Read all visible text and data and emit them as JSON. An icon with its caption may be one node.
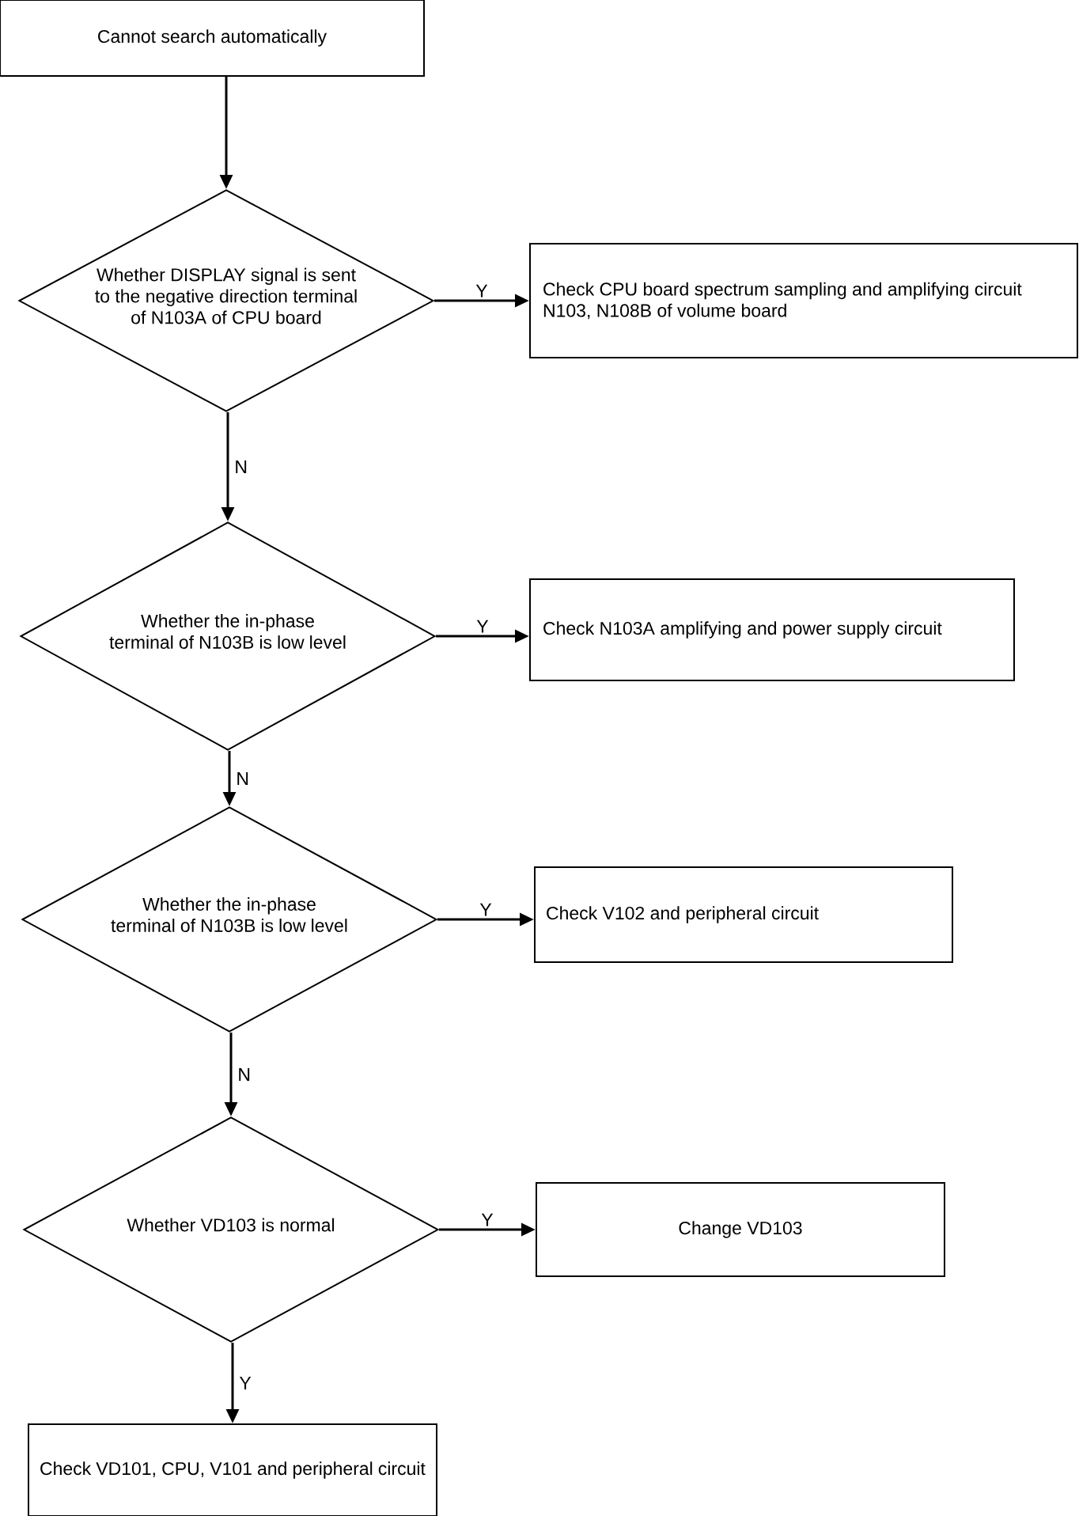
{
  "diagram": {
    "nodes": [
      {
        "text": [
          "Cannot search automatically"
        ]
      },
      {
        "text": [
          "Whether DISPLAY signal is sent to the negative direction terminal of N103A of CPU board"
        ]
      },
      {
        "text": [
          "Check CPU board spectrum sampling and amplifying circuit N103, N108B of volume board"
        ]
      },
      {
        "text": [
          "Whether the in-phase terminal of N103B is low level"
        ]
      },
      {
        "text": [
          "Check N103A amplifying and power supply circuit"
        ]
      },
      {
        "text": [
          "Whether the in-phase terminal of N103B is low level"
        ]
      },
      {
        "text": [
          "Check V102 and peripheral circuit"
        ]
      },
      {
        "text": [
          "Whether VD103 is normal"
        ]
      },
      {
        "text": [
          "Change VD103"
        ]
      },
      {
        "text": [
          "Check VD101, CPU, V101 and peripheral circuit"
        ]
      }
    ],
    "edges": [
      {
        "from": 0,
        "to": 1,
        "arrow": "to"
      },
      {
        "from": 1,
        "to": 2,
        "arrow": "to",
        "label": "Y"
      },
      {
        "from": 1,
        "to": 3,
        "arrow": "to",
        "label": "N"
      },
      {
        "from": 3,
        "to": 4,
        "arrow": "to",
        "label": "Y"
      },
      {
        "from": 3,
        "to": 5,
        "arrow": "to",
        "label": "N"
      },
      {
        "from": 5,
        "to": 6,
        "arrow": "to",
        "label": "Y"
      },
      {
        "from": 5,
        "to": 7,
        "arrow": "to",
        "label": "N"
      },
      {
        "from": 7,
        "to": 8,
        "arrow": "to",
        "label": "Y"
      },
      {
        "from": 7,
        "to": 9,
        "arrow": "to",
        "label": "Y"
      }
    ]
  }
}
